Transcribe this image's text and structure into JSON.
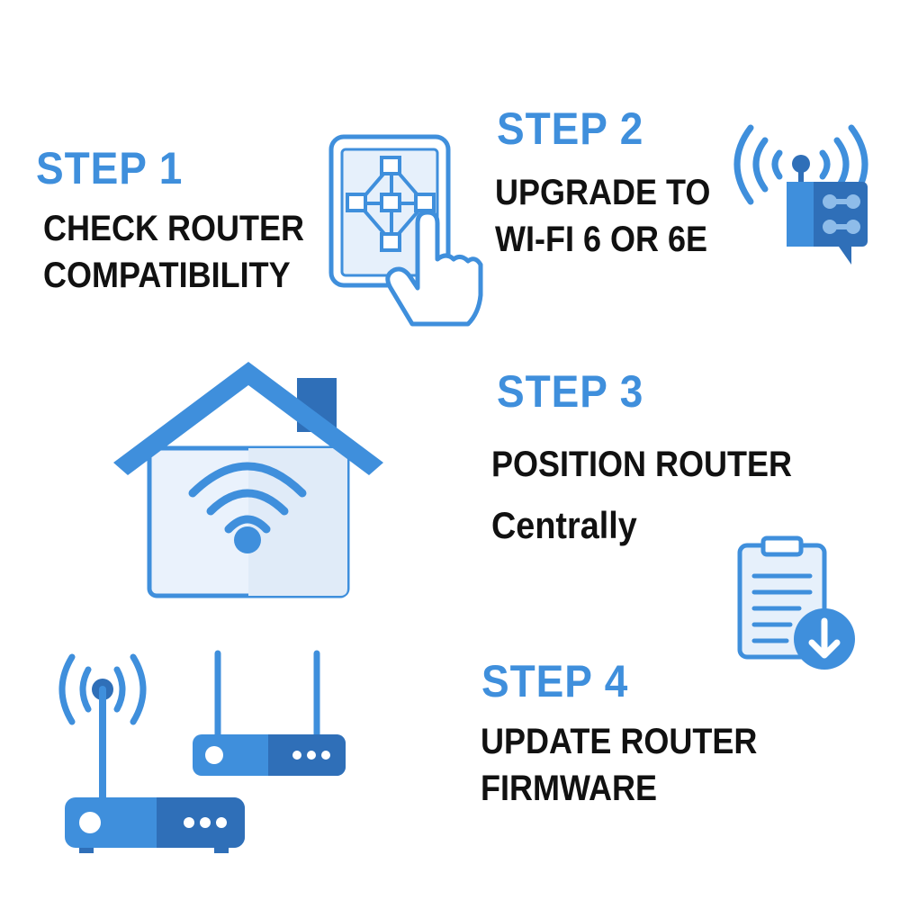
{
  "colors": {
    "accent": "#3f8fdc",
    "dark_blue": "#2f6fb8",
    "light_fill": "#e6f0fb",
    "text": "#111111"
  },
  "steps": [
    {
      "label": "STEP 1",
      "lines": [
        "CHECK ROUTER",
        "COMPATIBILITY"
      ],
      "icon": "tablet-tap-network-icon"
    },
    {
      "label": "STEP 2",
      "lines": [
        "UPGRADE TO",
        "WI-FI 6 OR 6E"
      ],
      "icon": "wifi-broadcast-chip-icon"
    },
    {
      "label": "STEP 3",
      "lines": [
        "POSITION ROUTER",
        "Centrally"
      ],
      "icon": "house-wifi-icon"
    },
    {
      "label": "STEP 4",
      "lines": [
        "UPDATE ROUTER",
        "FIRMWARE"
      ],
      "icon": "clipboard-download-icon"
    }
  ],
  "illustrations": [
    "router-antenna-icon",
    "router-dual-antenna-icon"
  ]
}
